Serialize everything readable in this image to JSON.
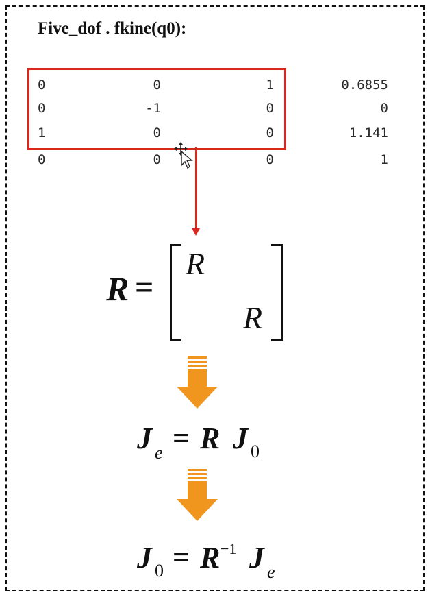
{
  "title": "Five_dof . fkine(q0):",
  "matrix": [
    [
      "0",
      "0",
      "1",
      "0.6855"
    ],
    [
      "0",
      "-1",
      "0",
      "0"
    ],
    [
      "1",
      "0",
      "0",
      "1.141"
    ],
    [
      "0",
      "0",
      "0",
      "1"
    ]
  ],
  "eq1": {
    "lhs": "R",
    "eq": "=",
    "top": "R",
    "bottom": "R"
  },
  "eq2": {
    "J": "J",
    "e": "e",
    "eq": "=",
    "R": "R",
    "J2": "J",
    "zero": "0"
  },
  "eq3": {
    "J": "J",
    "zero": "0",
    "eq": "=",
    "R": "R",
    "inv": "−1",
    "J2": "J",
    "e": "e"
  },
  "colors": {
    "highlight": "#d8281d",
    "arrow": "#f0951e"
  }
}
